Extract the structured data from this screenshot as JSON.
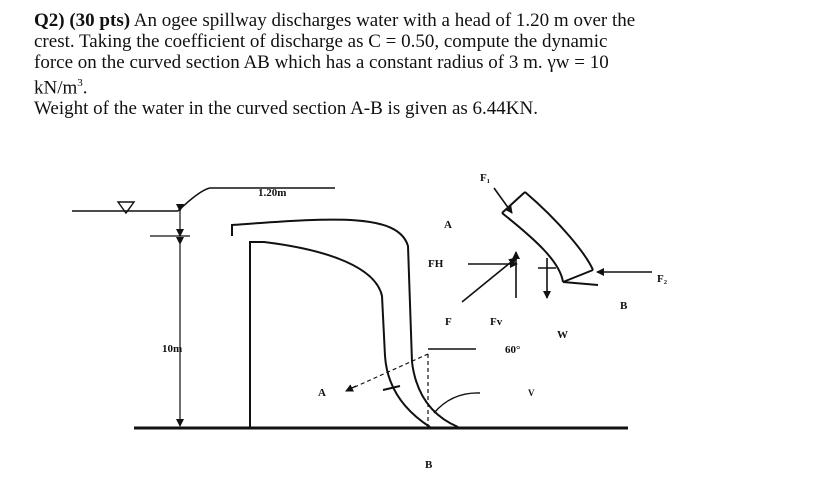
{
  "question": {
    "number": "Q2)",
    "points": "(30 pts)",
    "line1_rest": "An ogee spillway discharges water with a head of 1.20 m over the",
    "line2": "crest. Taking the coefficient of discharge as C = 0.50, compute the dynamic",
    "line3": "force on the curved section AB which has a constant radius of 3 m. γw = 10",
    "line4_base": "kN/m",
    "line4_sup": "3",
    "line4_end": ".",
    "line5": "Weight of the water in the curved section A-B is given as 6.44KN."
  },
  "diagram": {
    "head_label": "1.20m",
    "height_label": "10m",
    "point_a_top": "A",
    "point_a_bottom": "A",
    "point_b_bottom": "B",
    "point_b_fbd": "B",
    "force_f1": "F₁",
    "force_f2": "F₂",
    "force_fh": "FH",
    "force_f": "F",
    "force_fv": "Fv",
    "force_w": "W",
    "angle": "60°",
    "v_label": "V"
  }
}
